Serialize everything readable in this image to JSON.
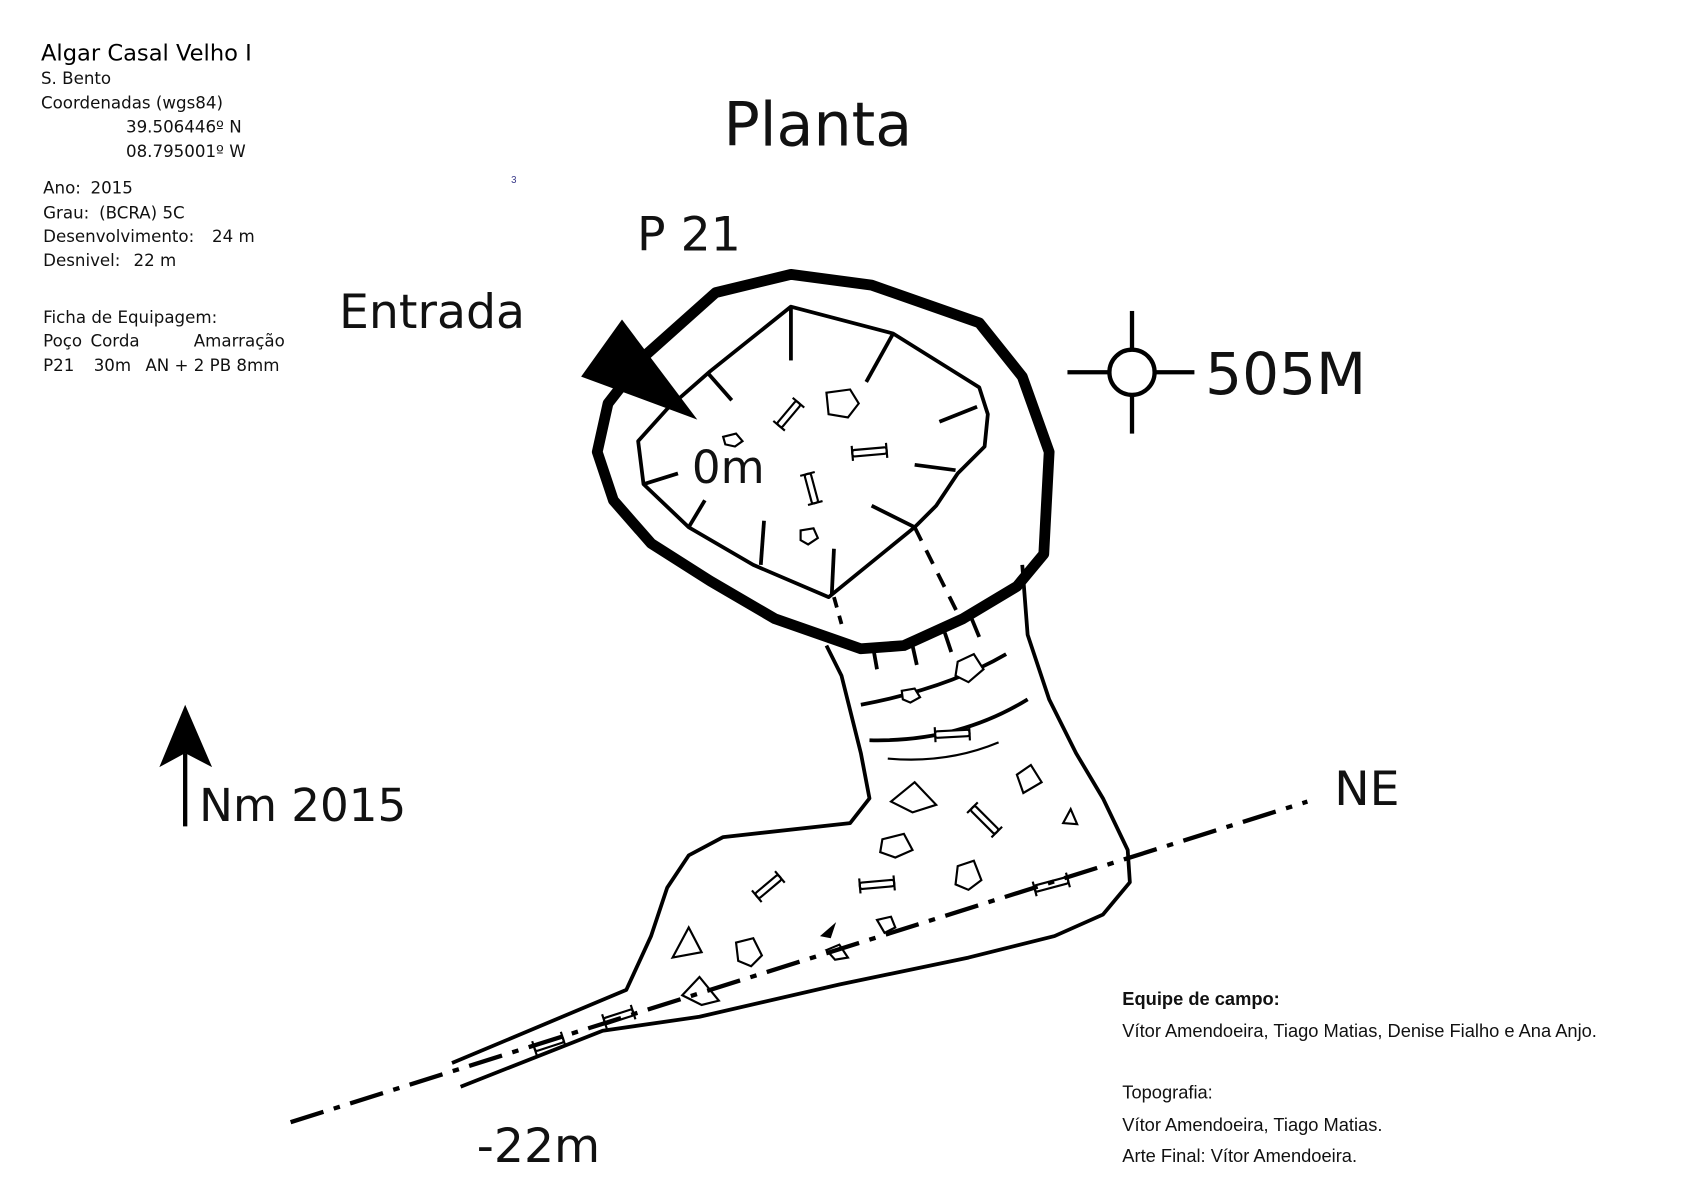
{
  "header": {
    "cave_name": "Algar Casal Velho I",
    "locality": "S. Bento",
    "coords_label": "Coordenadas (wgs84)",
    "latitude": "39.506446º N",
    "longitude": "08.795001º W"
  },
  "stats": {
    "ano_label": "Ano:",
    "ano": "2015",
    "grau_label": "Grau:",
    "grau": "(BCRA) 5C",
    "desenvolvimento_label": "Desenvolvimento:",
    "desenvolvimento": "24 m",
    "desnivel_label": "Desnivel:",
    "desnivel": "22 m"
  },
  "equipment": {
    "title": "Ficha de Equipagem:",
    "headers": [
      "Poço",
      "Corda",
      "Amarração"
    ],
    "rows": [
      [
        "P21",
        "30m",
        "AN + 2 PB 8mm"
      ]
    ]
  },
  "page_marker": "3",
  "map": {
    "title": "Planta",
    "shaft_label": "P 21",
    "entrance_label": "Entrada",
    "altitude": "505M",
    "top_depth": "0m",
    "bottom_depth": "-22m",
    "direction": "NE",
    "north_label": "Nm 2015"
  },
  "credits": {
    "team_title": "Equipe de campo:",
    "team": "Vítor Amendoeira, Tiago Matias, Denise Fialho e Ana Anjo.",
    "topo_title": "Topografia:",
    "topo": "Vítor Amendoeira, Tiago Matias.",
    "art": "Arte Final: Vítor Amendoeira."
  }
}
